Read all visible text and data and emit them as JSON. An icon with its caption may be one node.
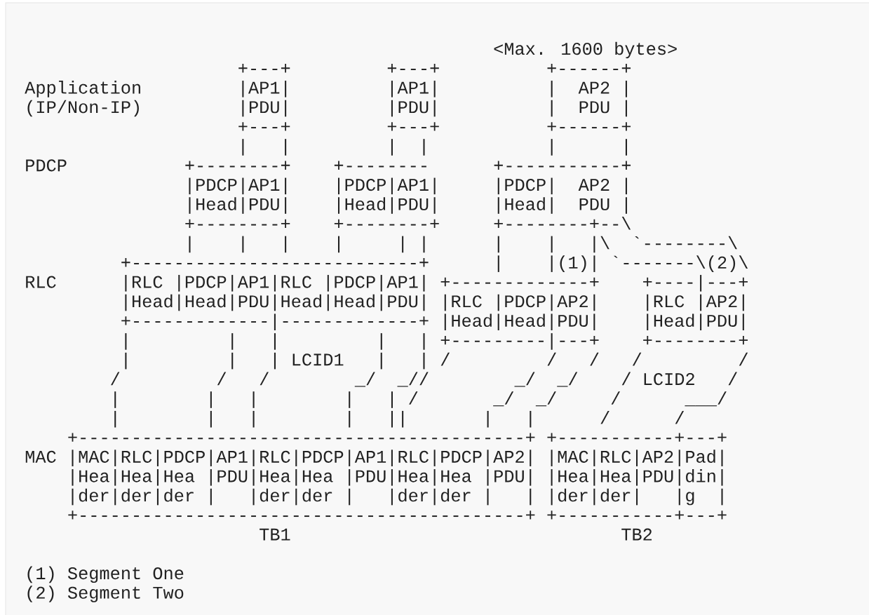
{
  "diagram": {
    "labels": [
      "<Max. 1600 bytes>",
      "+---+         +---+          +------+",
      "Application",
      "|AP1|         |AP1|          |  AP2 |",
      "(IP/Non-IP)",
      "|PDU|         |PDU|          |  PDU |",
      "+---+         +---+          +------+",
      "|   |         |  |           |      |",
      "PDCP",
      "+--------+    +--------      +-----------+",
      "|PDCP|AP1|    |PDCP|AP1|     |PDCP|  AP2 |",
      "|Head|PDU|    |Head|PDU|     |Head|  PDU |",
      "+--------+    +--------+     +--------+--\\",
      "|    |   |    |     | |      |    |   |\\  `--------\\",
      "+---------------------------+      |    |(1)| `-------\\(2)\\",
      "RLC",
      "|RLC |PDCP|AP1|RLC |PDCP|AP1| +-------------+    +----|---+",
      "|Head|Head|PDU|Head|Head|PDU| |RLC |PDCP|AP2|    |RLC |AP2|",
      "+-------------|-------------+ |Head|Head|PDU|    |Head|PDU|",
      "|         |   |         |   | +---------|---+    +--------+",
      "|         |   | LCID1   |   | /         /   /   /         /",
      "/         /   /        _/  _//        _/  _/    / LCID2   /",
      "|        |   |        |   | /       _/  _/     /      ___/",
      "|        |   |        |   ||       |   |      /      /",
      "+------------------------------------------+ +-----------+---+",
      "MAC",
      "|MAC|RLC|PDCP|AP1|RLC|PDCP|AP1|RLC|PDCP|AP2| |MAC|RLC|AP2|Pad|",
      "|Hea|Hea|Hea |PDU|Hea|Hea |PDU|Hea|Hea |PDU| |Hea|Hea|PDU|din|",
      "|der|der|der |   |der|der |   |der|der |   | |der|der|   |g  |",
      "+------------------------------------------+ +-----------+---+",
      "TB1",
      "TB2",
      "(1) Segment One",
      "(2) Segment Two"
    ]
  }
}
